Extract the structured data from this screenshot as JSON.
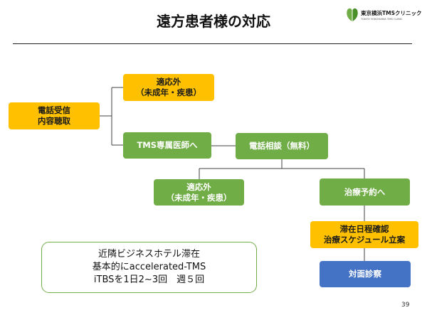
{
  "slide": {
    "title": "遠方患者様の対応",
    "page_number": "39"
  },
  "logo": {
    "name": "東京横浜TMSクリニック",
    "sub": "TOKYO YOKOHAMA TMS CLINIC"
  },
  "nodes": {
    "phone_reception": [
      "電話受信",
      "内容聴取"
    ],
    "not_applicable_top": [
      "適応外",
      "（未成年・疾患）"
    ],
    "tms_doctor": [
      "TMS専属医師へ"
    ],
    "phone_consult": [
      "電話相談（無料）"
    ],
    "not_applicable_bottom": [
      "適応外",
      "（未成年・疾患）"
    ],
    "treatment_booking": [
      "治療予約へ"
    ],
    "stay_schedule": [
      "滞在日程確認",
      "治療スケジュール立案"
    ],
    "in_person_exam": [
      "対面診察"
    ]
  },
  "note": [
    "近隣ビジネスホテル滞在",
    "基本的にaccelerated-TMS",
    "iTBSを1日2~3回　週５回"
  ],
  "colors": {
    "orange": "#ffc000",
    "green": "#70ad47",
    "blue": "#4472c4",
    "connector": "#404040"
  }
}
